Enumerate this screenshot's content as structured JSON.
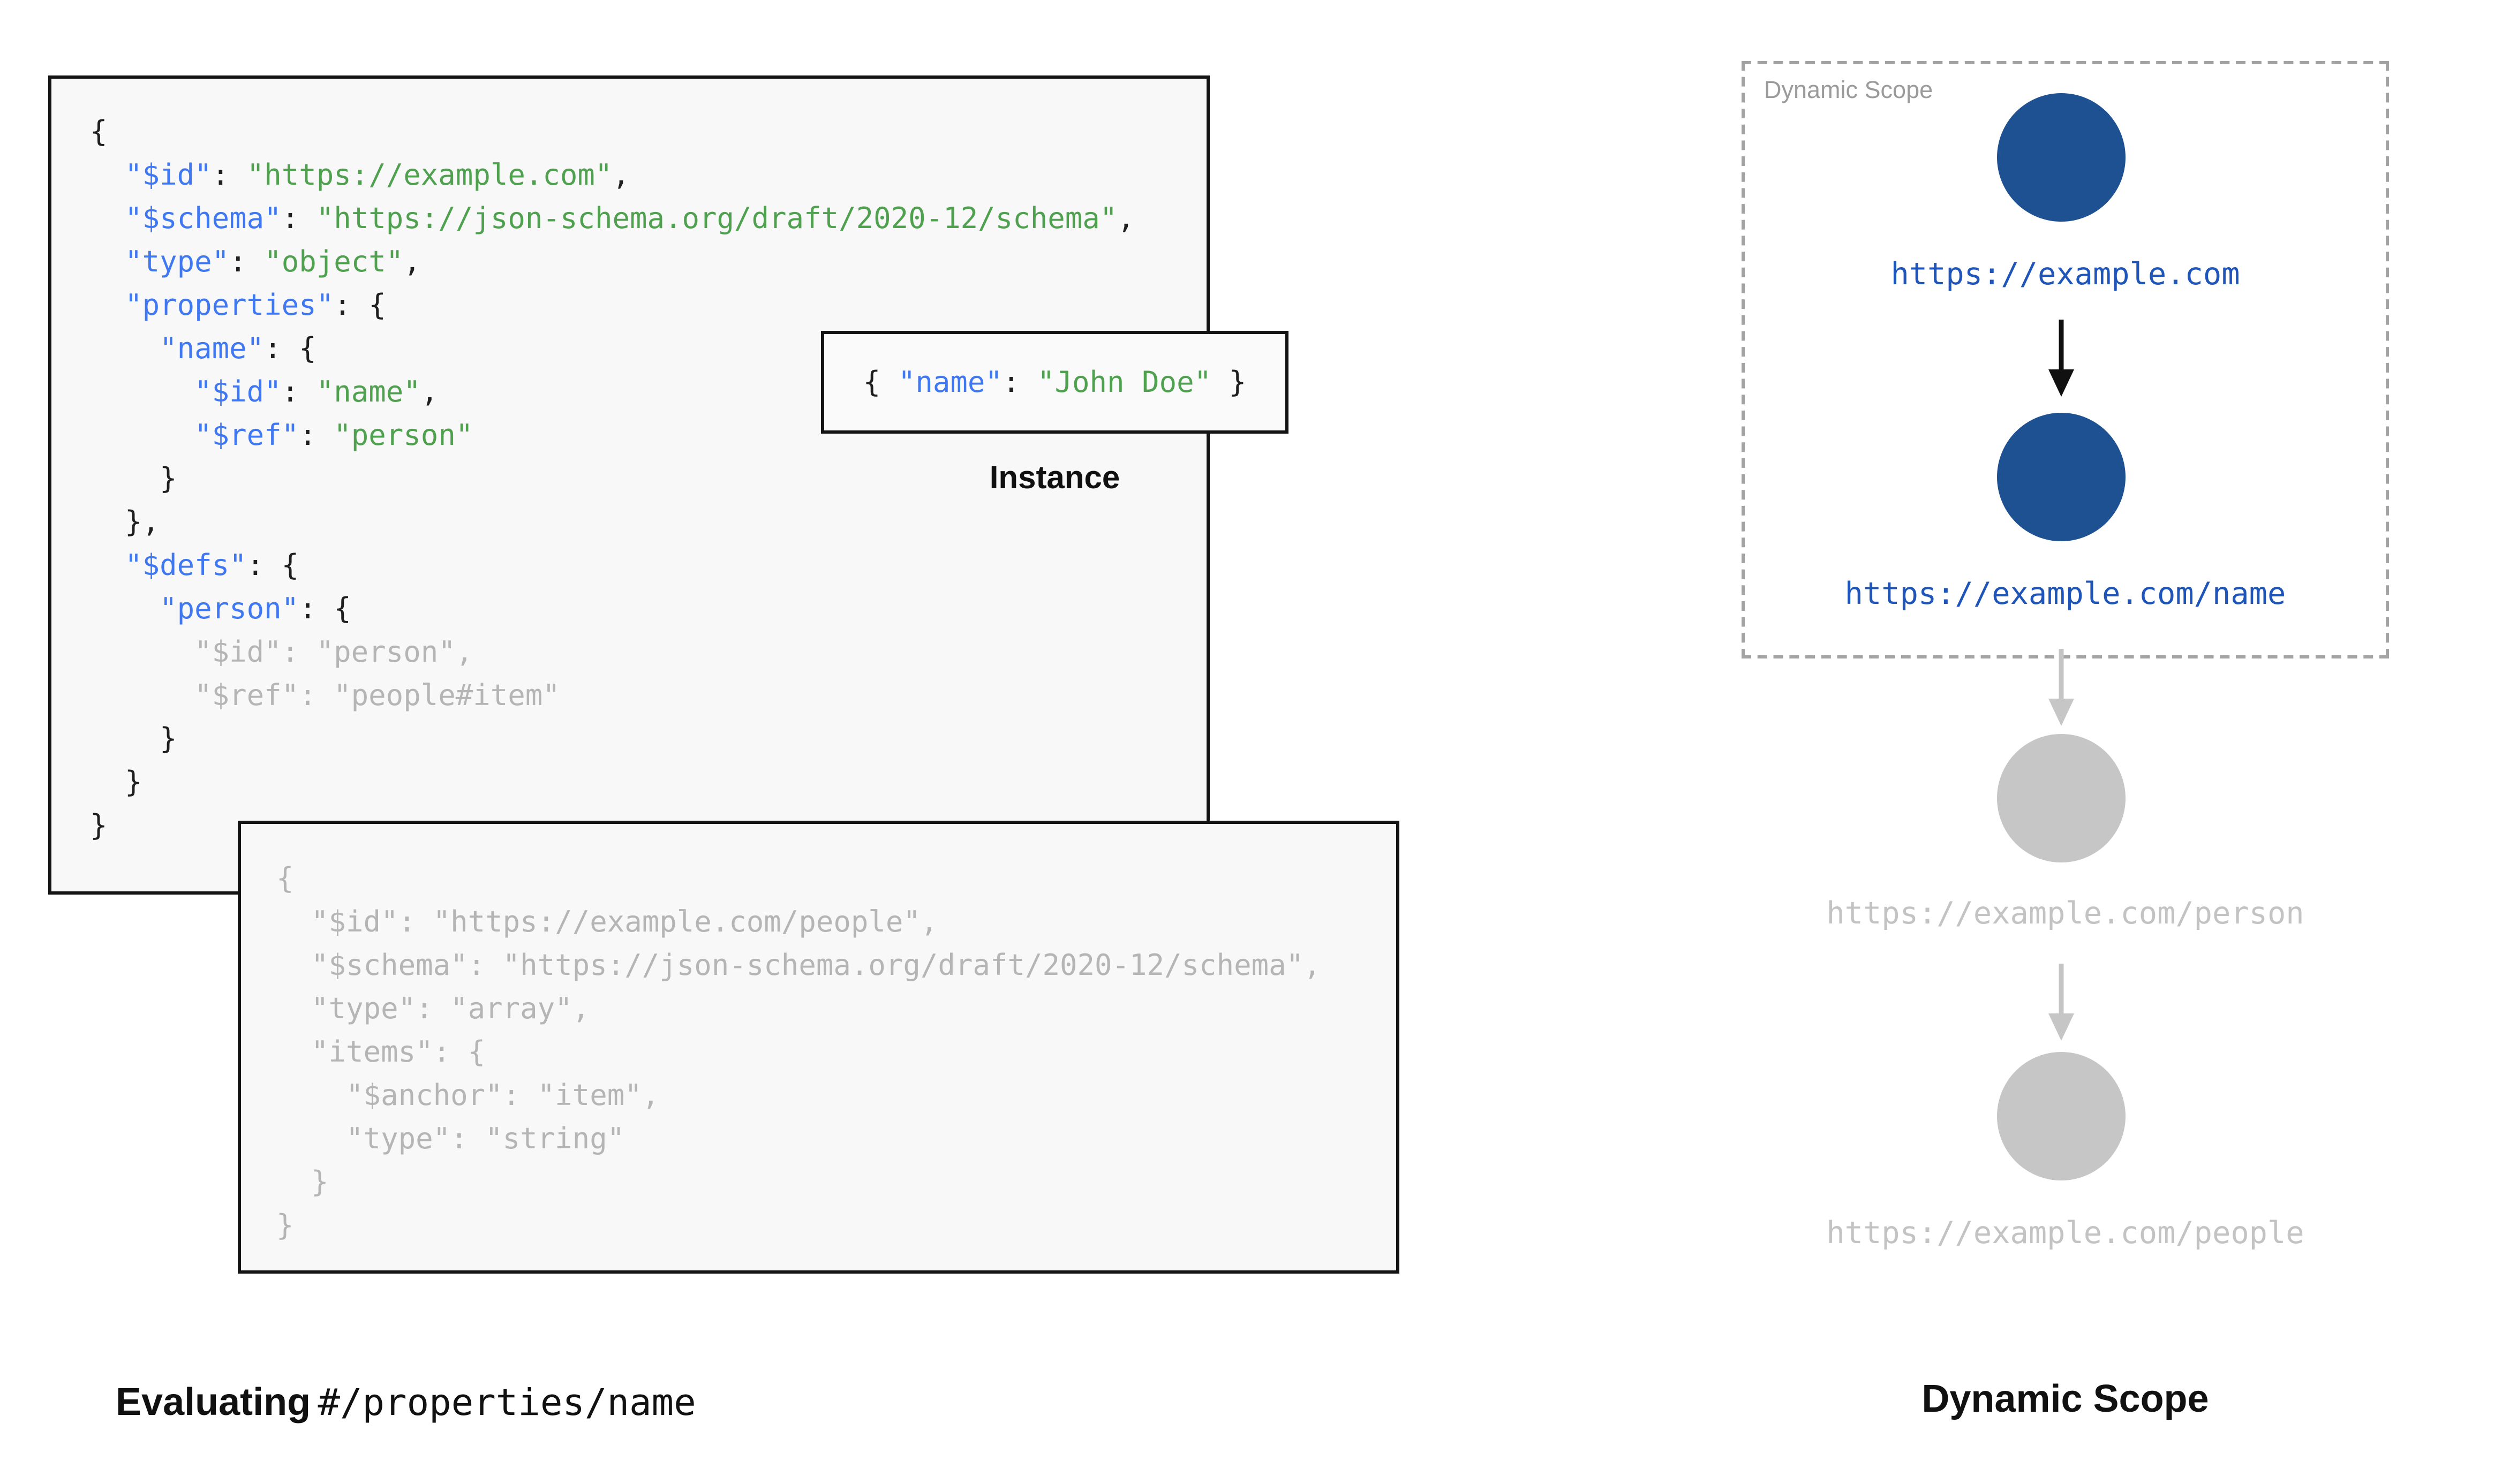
{
  "colors": {
    "key_blue": "#4078f2",
    "string_green": "#50a14f",
    "punct_black": "#1f1f1f",
    "muted_gray": "#b5b5b5",
    "node_blue": "#1d5192",
    "link_blue": "#1f55b8",
    "node_gray": "#c6c6c6",
    "gray_label": "#c3c3c3",
    "scope_border_gray": "#a3a3a3"
  },
  "main_schema": {
    "lines": [
      {
        "tokens": [
          {
            "t": "{",
            "c": "p"
          }
        ]
      },
      {
        "tokens": [
          {
            "t": "  ",
            "c": "p"
          },
          {
            "t": "\"$id\"",
            "c": "k"
          },
          {
            "t": ": ",
            "c": "p"
          },
          {
            "t": "\"https://example.com\"",
            "c": "s"
          },
          {
            "t": ",",
            "c": "p"
          }
        ]
      },
      {
        "tokens": [
          {
            "t": "  ",
            "c": "p"
          },
          {
            "t": "\"$schema\"",
            "c": "k"
          },
          {
            "t": ": ",
            "c": "p"
          },
          {
            "t": "\"https://json-schema.org/draft/2020-12/schema\"",
            "c": "s"
          },
          {
            "t": ",",
            "c": "p"
          }
        ]
      },
      {
        "tokens": [
          {
            "t": "  ",
            "c": "p"
          },
          {
            "t": "\"type\"",
            "c": "k"
          },
          {
            "t": ": ",
            "c": "p"
          },
          {
            "t": "\"object\"",
            "c": "s"
          },
          {
            "t": ",",
            "c": "p"
          }
        ]
      },
      {
        "tokens": [
          {
            "t": "  ",
            "c": "p"
          },
          {
            "t": "\"properties\"",
            "c": "k"
          },
          {
            "t": ": {",
            "c": "p"
          }
        ]
      },
      {
        "tokens": [
          {
            "t": "    ",
            "c": "p"
          },
          {
            "t": "\"name\"",
            "c": "k"
          },
          {
            "t": ": {",
            "c": "p"
          }
        ]
      },
      {
        "tokens": [
          {
            "t": "      ",
            "c": "p"
          },
          {
            "t": "\"$id\"",
            "c": "k"
          },
          {
            "t": ": ",
            "c": "p"
          },
          {
            "t": "\"name\"",
            "c": "s"
          },
          {
            "t": ",",
            "c": "p"
          }
        ]
      },
      {
        "tokens": [
          {
            "t": "      ",
            "c": "p"
          },
          {
            "t": "\"$ref\"",
            "c": "k"
          },
          {
            "t": ": ",
            "c": "p"
          },
          {
            "t": "\"person\"",
            "c": "s"
          }
        ]
      },
      {
        "tokens": [
          {
            "t": "    }",
            "c": "p"
          }
        ]
      },
      {
        "tokens": [
          {
            "t": "  },",
            "c": "p"
          }
        ]
      },
      {
        "tokens": [
          {
            "t": "  ",
            "c": "p"
          },
          {
            "t": "\"$defs\"",
            "c": "k"
          },
          {
            "t": ": {",
            "c": "p"
          }
        ]
      },
      {
        "tokens": [
          {
            "t": "    ",
            "c": "p"
          },
          {
            "t": "\"person\"",
            "c": "k"
          },
          {
            "t": ": {",
            "c": "p"
          }
        ]
      },
      {
        "muted": true,
        "tokens": [
          {
            "t": "      \"$id\": \"person\",",
            "c": "p"
          }
        ]
      },
      {
        "muted": true,
        "tokens": [
          {
            "t": "      \"$ref\": \"people#item\"",
            "c": "p"
          }
        ]
      },
      {
        "tokens": [
          {
            "t": "    }",
            "c": "p"
          }
        ]
      },
      {
        "tokens": [
          {
            "t": "  }",
            "c": "p"
          }
        ]
      },
      {
        "tokens": [
          {
            "t": "}",
            "c": "p"
          }
        ]
      }
    ]
  },
  "instance": {
    "lines": [
      {
        "tokens": [
          {
            "t": "{ ",
            "c": "p"
          },
          {
            "t": "\"name\"",
            "c": "k"
          },
          {
            "t": ": ",
            "c": "p"
          },
          {
            "t": "\"John Doe\"",
            "c": "s"
          },
          {
            "t": " }",
            "c": "p"
          }
        ]
      }
    ],
    "label": "Instance"
  },
  "people_schema": {
    "lines": [
      {
        "muted": true,
        "tokens": [
          {
            "t": "{",
            "c": "p"
          }
        ]
      },
      {
        "muted": true,
        "tokens": [
          {
            "t": "  \"$id\": \"https://example.com/people\",",
            "c": "p"
          }
        ]
      },
      {
        "muted": true,
        "tokens": [
          {
            "t": "  \"$schema\": \"https://json-schema.org/draft/2020-12/schema\",",
            "c": "p"
          }
        ]
      },
      {
        "muted": true,
        "tokens": [
          {
            "t": "  \"type\": \"array\",",
            "c": "p"
          }
        ]
      },
      {
        "muted": true,
        "tokens": [
          {
            "t": "  \"items\": {",
            "c": "p"
          }
        ]
      },
      {
        "muted": true,
        "tokens": [
          {
            "t": "    \"$anchor\": \"item\",",
            "c": "p"
          }
        ]
      },
      {
        "muted": true,
        "tokens": [
          {
            "t": "    \"type\": \"string\"",
            "c": "p"
          }
        ]
      },
      {
        "muted": true,
        "tokens": [
          {
            "t": "  }",
            "c": "p"
          }
        ]
      },
      {
        "muted": true,
        "tokens": [
          {
            "t": "}",
            "c": "p"
          }
        ]
      }
    ]
  },
  "evaluating_caption": {
    "prefix": "Evaluating",
    "pointer": "#/properties/name"
  },
  "dynamic_scope": {
    "box_label": "Dynamic Scope",
    "caption": "Dynamic Scope",
    "nodes": [
      {
        "label": "https://example.com",
        "state": "active"
      },
      {
        "label": "https://example.com/name",
        "state": "active"
      },
      {
        "label": "https://example.com/person",
        "state": "inactive"
      },
      {
        "label": "https://example.com/people",
        "state": "inactive"
      }
    ]
  }
}
